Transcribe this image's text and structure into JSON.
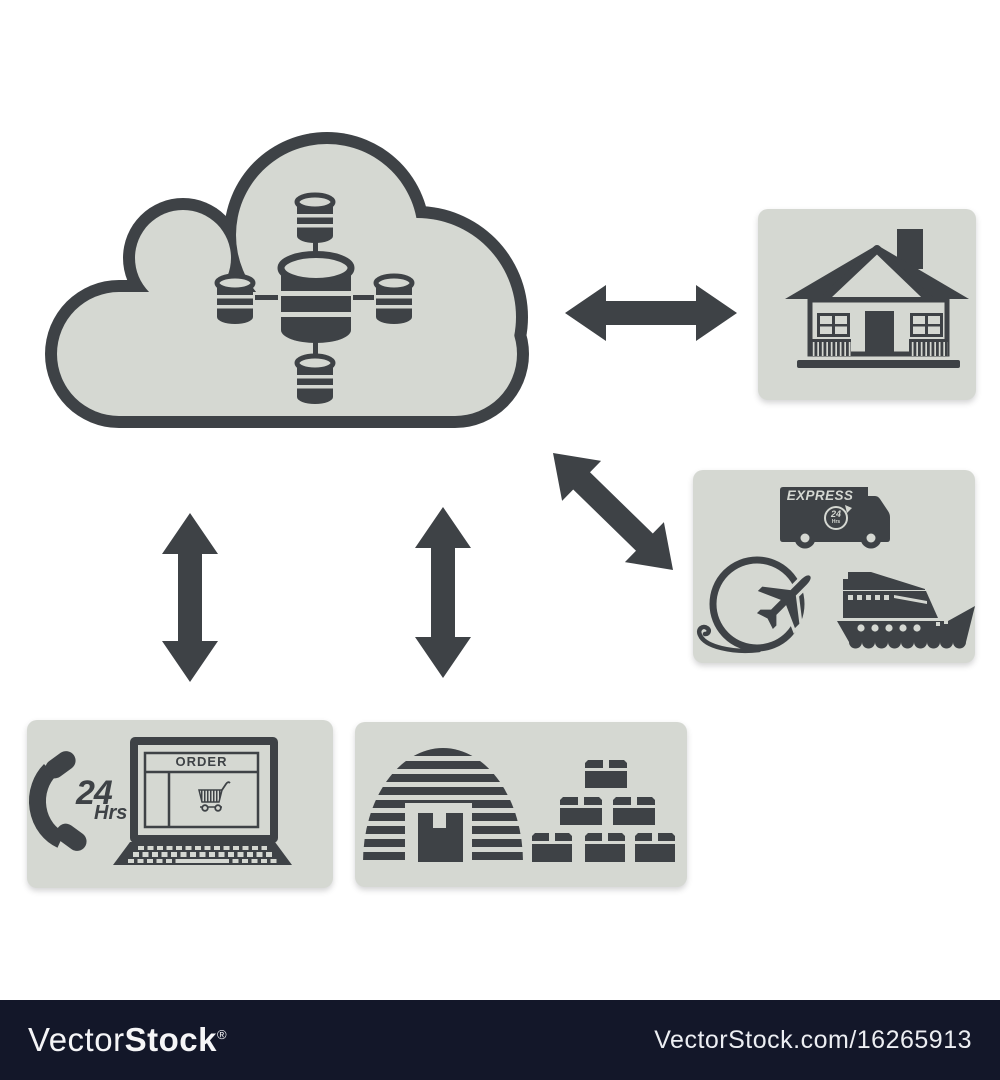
{
  "colors": {
    "background": "#ffffff",
    "panel_fill": "#d5d8d2",
    "ink": "#3e4246",
    "watermark_bar": "#131729",
    "watermark_text": "#f5f5f7"
  },
  "diagram": {
    "center_node": {
      "icon": "cloud-database-network-icon"
    },
    "nodes": [
      {
        "id": "home",
        "icon": "house-icon"
      },
      {
        "id": "logistics",
        "icon": "express-truck-plane-ship-icon"
      },
      {
        "id": "ordering",
        "icon": "phone-laptop-order-icon"
      },
      {
        "id": "warehouse",
        "icon": "warehouse-boxes-icon"
      }
    ],
    "connectors": [
      {
        "from": "cloud",
        "to": "home",
        "type": "double-arrow-horizontal"
      },
      {
        "from": "cloud",
        "to": "logistics",
        "type": "double-arrow-diagonal"
      },
      {
        "from": "cloud",
        "to": "ordering",
        "type": "double-arrow-vertical"
      },
      {
        "from": "cloud",
        "to": "warehouse",
        "type": "double-arrow-vertical"
      }
    ]
  },
  "labels": {
    "truck_express": "EXPRESS",
    "truck_badge_value": "24",
    "truck_badge_unit": "Hrs",
    "phone_hours_value": "24",
    "phone_hours_unit": "Hrs",
    "order_header": "ORDER"
  },
  "watermark": {
    "brand_regular": "Vector",
    "brand_bold": "Stock",
    "registered_mark": "®",
    "attribution": "VectorStock.com/16265913"
  }
}
